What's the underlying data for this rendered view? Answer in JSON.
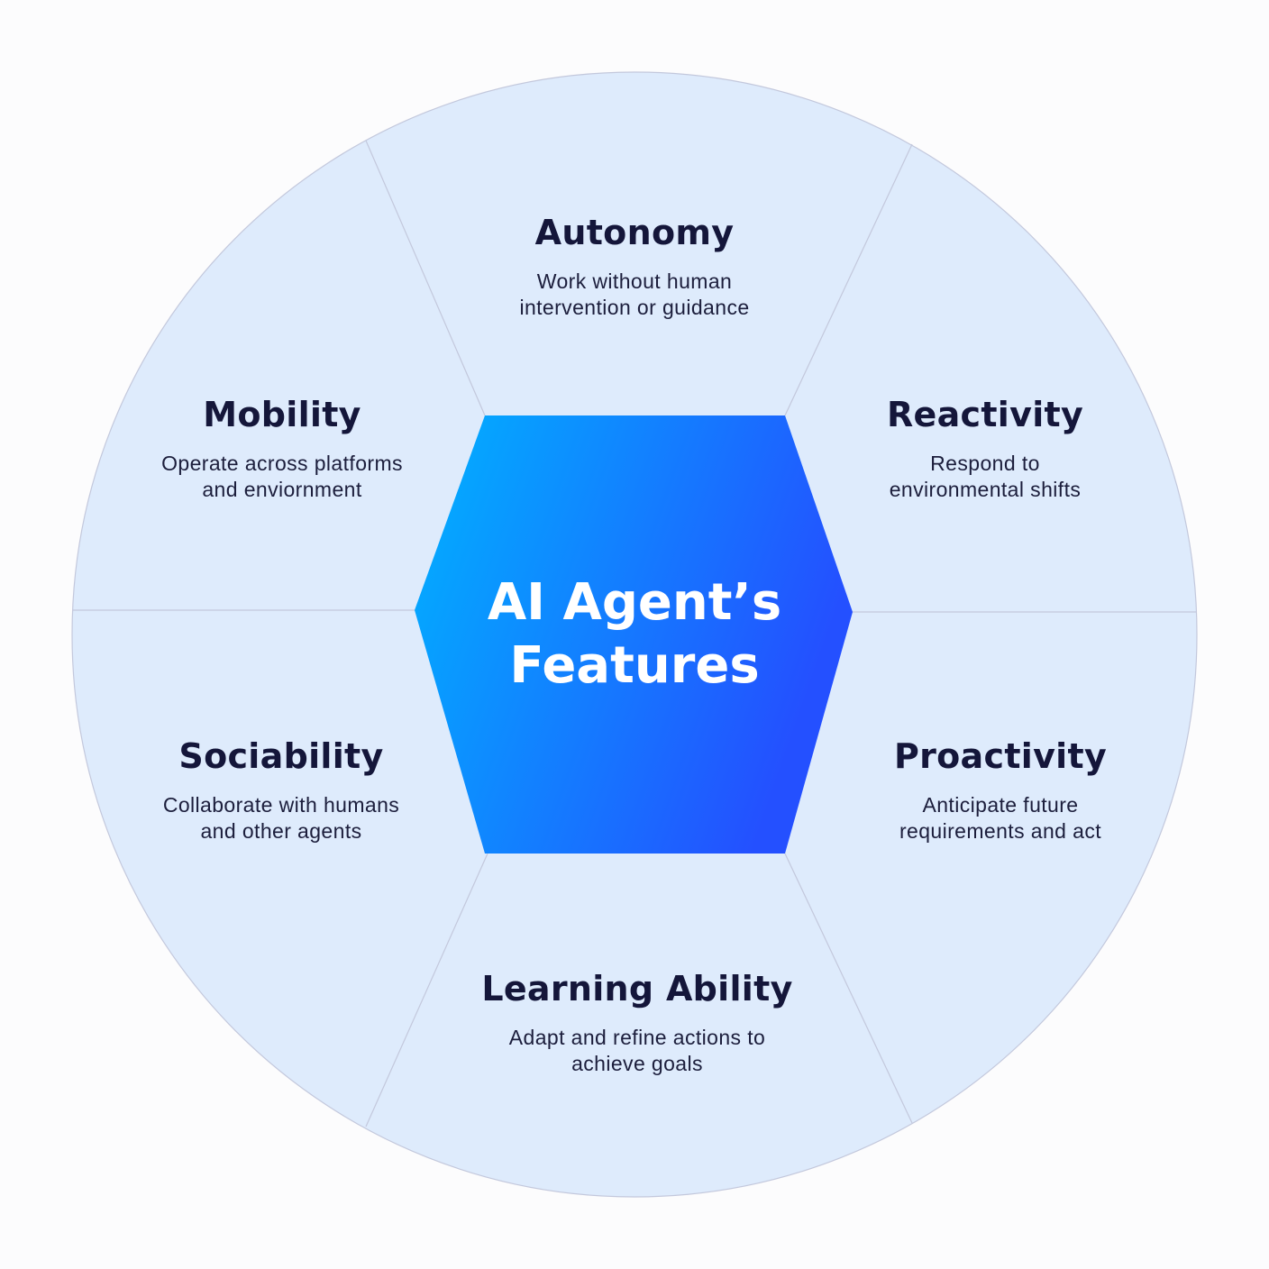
{
  "center": {
    "title": "AI Agent’s\nFeatures"
  },
  "features": {
    "autonomy": {
      "title": "Autonomy",
      "description": "Work without human\nintervention or guidance"
    },
    "reactivity": {
      "title": "Reactivity",
      "description": "Respond to\nenvironmental shifts"
    },
    "proactivity": {
      "title": "Proactivity",
      "description": "Anticipate future\nrequirements and act"
    },
    "learning": {
      "title": "Learning Ability",
      "description": "Adapt and refine actions to\nachieve goals"
    },
    "sociability": {
      "title": "Sociability",
      "description": "Collaborate with humans\nand other agents"
    },
    "mobility": {
      "title": "Mobility",
      "description": "Operate across platforms\nand enviornment"
    }
  },
  "colors": {
    "circle_fill": "#deebfc",
    "circle_stroke": "#c3c8dc",
    "hexagon_gradient_start": "#00b2ff",
    "hexagon_gradient_end": "#2450ff",
    "heading_text": "#14163a"
  }
}
